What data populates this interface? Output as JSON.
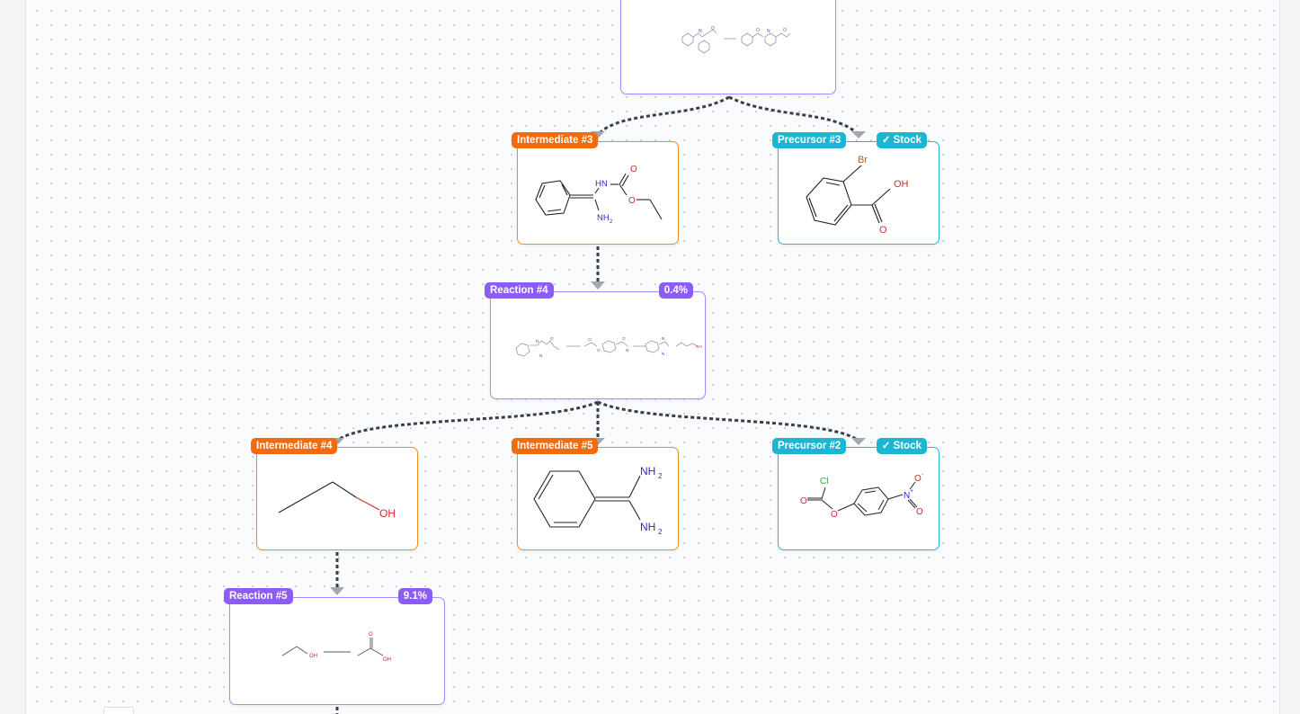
{
  "canvas": {
    "nodes": {
      "reaction_top": {
        "label": ""
      },
      "intermediate_3": {
        "label": "Intermediate #3"
      },
      "precursor_3": {
        "label": "Precursor #3",
        "stock": "✓ Stock"
      },
      "reaction_4": {
        "label": "Reaction #4",
        "yield": "0.4%"
      },
      "intermediate_4": {
        "label": "Intermediate #4"
      },
      "intermediate_5": {
        "label": "Intermediate #5"
      },
      "precursor_2": {
        "label": "Precursor #2",
        "stock": "✓ Stock"
      },
      "reaction_5": {
        "label": "Reaction #5",
        "yield": "9.1%"
      }
    },
    "atom_labels": {
      "hn": "HN",
      "nh2": "NH",
      "o": "O",
      "br": "Br",
      "oh": "OH",
      "cl": "Cl",
      "n": "N",
      "o_minus": "O",
      "plus": "+",
      "minus": "-",
      "sub2": "2"
    }
  },
  "colors": {
    "reaction": "#8b5cf6",
    "intermediate": "#f26b0f",
    "precursor": "#1cb6d3",
    "edge": "#3a3f4b",
    "arrow": "#a3a7ae"
  }
}
